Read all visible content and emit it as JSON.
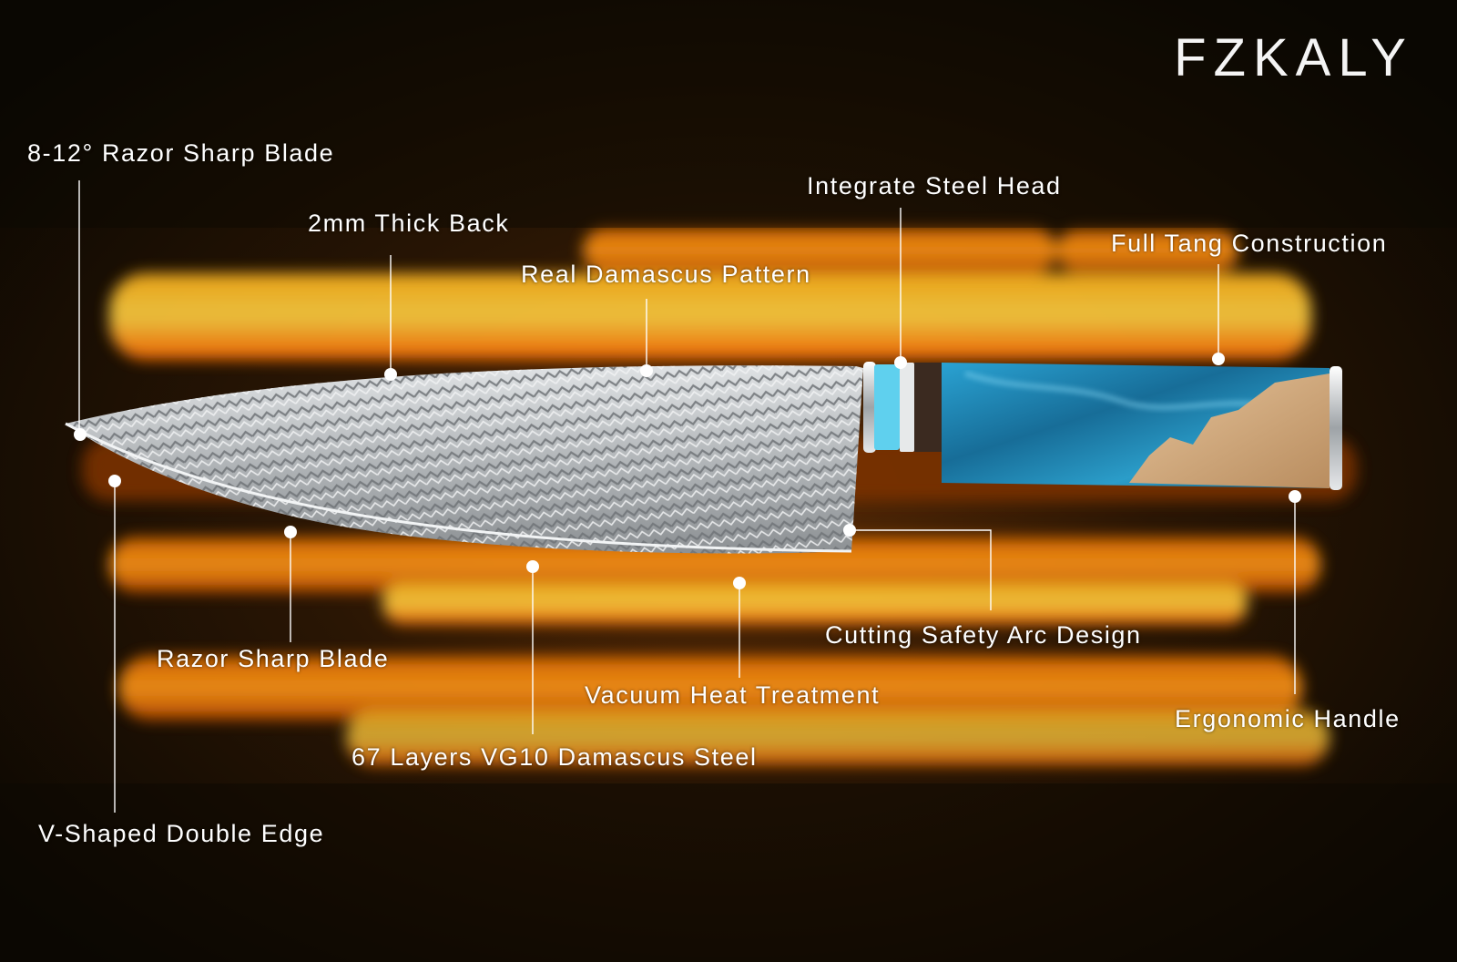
{
  "brand": "FZKALY",
  "callouts": {
    "razor_angle": "8-12° Razor Sharp Blade",
    "thick_back": "2mm Thick Back",
    "damascus_pattern": "Real Damascus Pattern",
    "steel_head": "Integrate Steel Head",
    "full_tang": "Full Tang Construction",
    "razor_blade": "Razor Sharp Blade",
    "safety_arc": "Cutting Safety Arc Design",
    "vacuum_heat": "Vacuum Heat Treatment",
    "ergonomic_handle": "Ergonomic Handle",
    "layers": "67 Layers VG10 Damascus Steel",
    "double_edge": "V-Shaped Double Edge"
  },
  "colors": {
    "background": "#0b0802",
    "furnace_glow": "#ff7a00",
    "blade": "#b9bcbf",
    "resin": "#1f86b8",
    "wood": "#d7b48a",
    "label": "#ffffff"
  }
}
